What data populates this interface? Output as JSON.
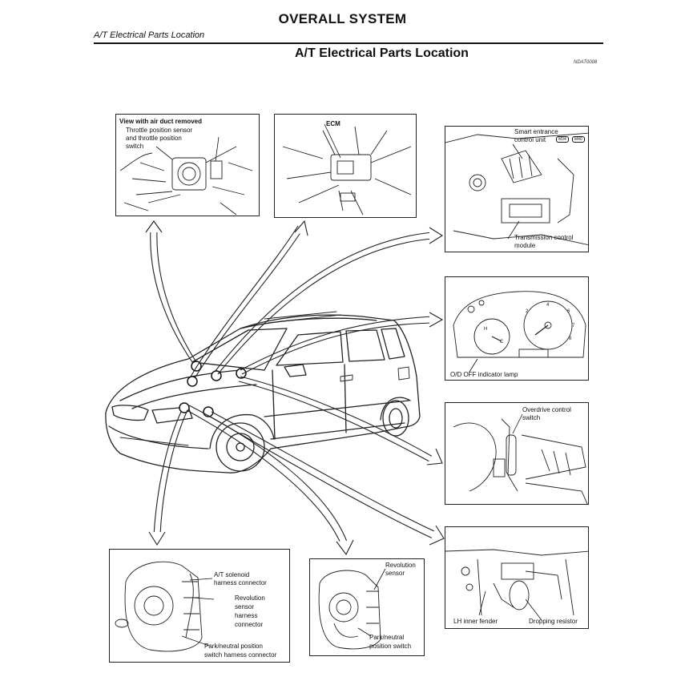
{
  "header": {
    "title": "OVERALL SYSTEM",
    "running_head": "A/T Electrical Parts Location",
    "section_title": "A/T Electrical Parts Location",
    "ref_code": "NDAT0008"
  },
  "panels": {
    "throttle": {
      "heading": "View with air duct removed",
      "label_line1": "Throttle position sensor",
      "label_line2": "and throttle position",
      "label_line3": "switch"
    },
    "ecm": {
      "label": "ECM"
    },
    "smart_entrance": {
      "label_line1": "Smart entrance",
      "label_line2": "control unit",
      "connector1": "M34",
      "connector2": "M40",
      "tcm_line1": "Transmission control",
      "tcm_line2": "module"
    },
    "cluster": {
      "label": "O/D OFF indicator lamp"
    },
    "overdrive": {
      "label_line1": "Overdrive control",
      "label_line2": "switch"
    },
    "resistor": {
      "label_fender": "LH inner fender",
      "label_resistor": "Dropping resistor"
    },
    "solenoid": {
      "label1_line1": "A/T solenoid",
      "label1_line2": "harness connector",
      "label2_line1": "Revolution",
      "label2_line2": "sensor",
      "label2_line3": "harness",
      "label2_line4": "connector",
      "label3_line1": "Park/neutral position",
      "label3_line2": "switch harness connector"
    },
    "revolution": {
      "label1_line1": "Revolution",
      "label1_line2": "sensor",
      "label2_line1": "Park/neutral",
      "label2_line2": "position switch"
    }
  }
}
